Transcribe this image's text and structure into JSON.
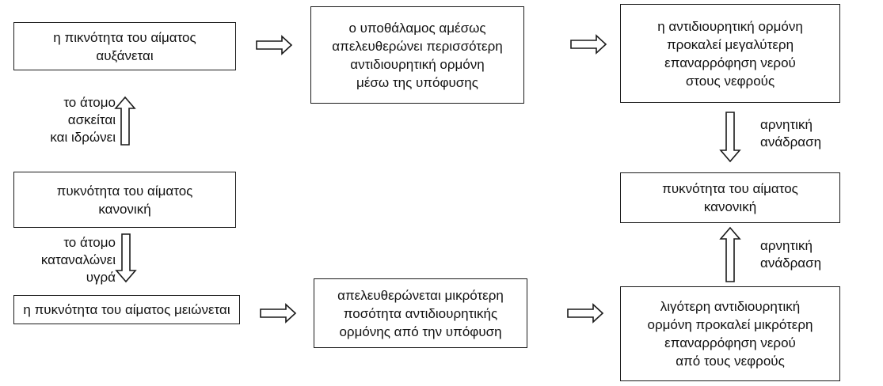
{
  "boxes": {
    "blood_density_increases": [
      "η πικνότητα του αίματος",
      "αυξάνεται"
    ],
    "hypothalamus_releases_more": [
      "ο υποθάλαμος αμέσως",
      "απελευθερώνει περισσότερη",
      "αντιδιουρητική ορμόνη",
      "μέσω της υπόφυσης"
    ],
    "hormone_more_reabsorption": [
      "η αντιδιουρητική ορμόνη",
      "προκαλεί μεγαλύτερη",
      "επαναρρόφηση νερού",
      "στους νεφρούς"
    ],
    "blood_density_normal_left": [
      "πυκνότητα του αίματος",
      "κανονική"
    ],
    "blood_density_normal_right": [
      "πυκνότητα του αίματος",
      "κανονική"
    ],
    "blood_density_decreases": [
      "η πυκνότητα του αίματος μειώνεται"
    ],
    "less_hormone_released": [
      "απελευθερώνεται μικρότερη",
      "ποσότητα αντιδιουρητικής",
      "ορμόνης από την υπόφυση"
    ],
    "less_hormone_less_reabsorption": [
      "λιγότερη αντιδιουρητική",
      "ορμόνη προκαλεί μικρότερη",
      "επαναρρόφηση νερού",
      "από τους νεφρούς"
    ]
  },
  "labels": {
    "exercise_sweats": [
      "το άτομο",
      "ασκείται",
      "και ιδρώνει"
    ],
    "drinks_fluids": [
      "το άτομο",
      "καταναλώνει",
      "υγρά"
    ],
    "negative_feedback_top": [
      "αρνητική",
      "ανάδραση"
    ],
    "negative_feedback_bottom": [
      "αρνητική",
      "ανάδραση"
    ]
  }
}
